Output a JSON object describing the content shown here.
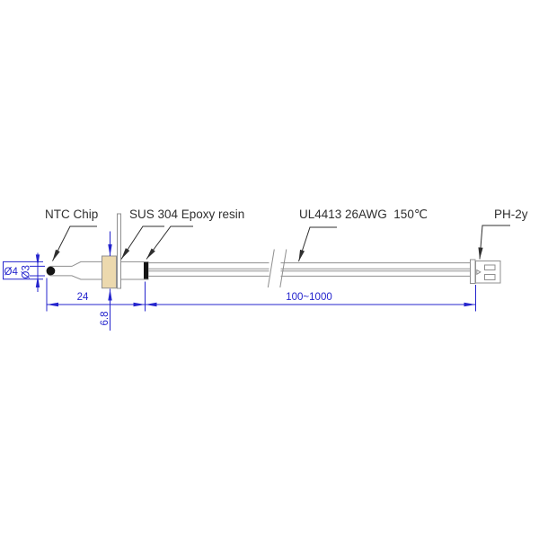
{
  "drawing": {
    "title_labels": {
      "ntc_chip": "NTC Chip",
      "sus304_epoxy": "SUS 304 Epoxy resin",
      "wire_spec": "UL4413 26AWG  150℃",
      "connector": "PH-2y"
    },
    "dimensions": {
      "body_diameter": "Ø4",
      "tip_diameter": "Ø3",
      "probe_length": "24",
      "collar_height": "6.8",
      "lead_length": "100~1000"
    },
    "colors": {
      "dimension_blue": "#2424cd",
      "outline_gray": "#8f8f8f",
      "collar_tan": "#ecd9ae",
      "label_dark": "#2f2f2f",
      "chip_black": "#141414"
    }
  }
}
